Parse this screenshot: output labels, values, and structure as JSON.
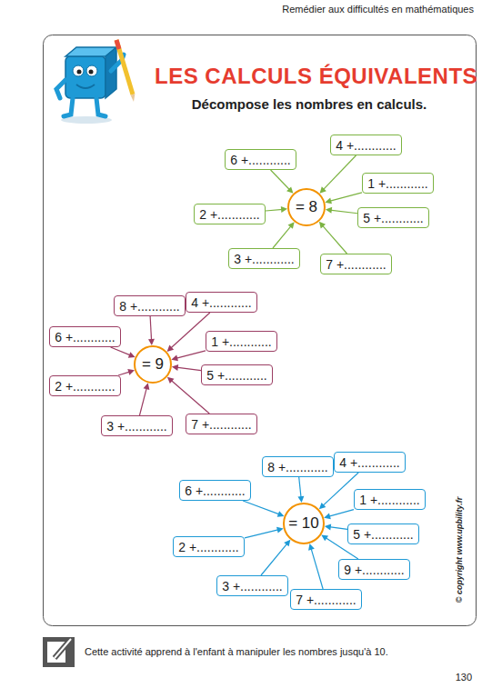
{
  "diagram": {
    "title": "LES CALCULS ÉQUIVALENTS",
    "nodes": [
      {
        "text": [
          "= 8"
        ]
      },
      {
        "text": [
          "6 +............"
        ]
      },
      {
        "text": [
          "4 +............"
        ]
      },
      {
        "text": [
          "1 +............"
        ]
      },
      {
        "text": [
          "2 +............"
        ]
      },
      {
        "text": [
          "5 +............"
        ]
      },
      {
        "text": [
          "3 +............"
        ]
      },
      {
        "text": [
          "7 +............"
        ]
      },
      {
        "text": [
          "= 9"
        ]
      },
      {
        "text": [
          "8 +............"
        ]
      },
      {
        "text": [
          "4 +............"
        ]
      },
      {
        "text": [
          "6 +............"
        ]
      },
      {
        "text": [
          "1 +............"
        ]
      },
      {
        "text": [
          "5 +............"
        ]
      },
      {
        "text": [
          "2 +............"
        ]
      },
      {
        "text": [
          "3 +............"
        ]
      },
      {
        "text": [
          "7 +............"
        ]
      },
      {
        "text": [
          "= 10"
        ]
      },
      {
        "text": [
          "8 +............"
        ]
      },
      {
        "text": [
          "4 +............"
        ]
      },
      {
        "text": [
          "6 +............"
        ]
      },
      {
        "text": [
          "1 +............"
        ]
      },
      {
        "text": [
          "5 +............"
        ]
      },
      {
        "text": [
          "2 +............"
        ]
      },
      {
        "text": [
          "9 +............"
        ]
      },
      {
        "text": [
          "3 +............"
        ]
      },
      {
        "text": [
          "7 +............"
        ]
      }
    ],
    "edges": [
      {
        "from": 1,
        "to": 0,
        "arrow": "to"
      },
      {
        "from": 2,
        "to": 0,
        "arrow": "to"
      },
      {
        "from": 3,
        "to": 0,
        "arrow": "to"
      },
      {
        "from": 4,
        "to": 0,
        "arrow": "to"
      },
      {
        "from": 5,
        "to": 0,
        "arrow": "to"
      },
      {
        "from": 6,
        "to": 0,
        "arrow": "to"
      },
      {
        "from": 7,
        "to": 0,
        "arrow": "to"
      },
      {
        "from": 9,
        "to": 8,
        "arrow": "to"
      },
      {
        "from": 10,
        "to": 8,
        "arrow": "to"
      },
      {
        "from": 11,
        "to": 8,
        "arrow": "to"
      },
      {
        "from": 12,
        "to": 8,
        "arrow": "to"
      },
      {
        "from": 13,
        "to": 8,
        "arrow": "to"
      },
      {
        "from": 14,
        "to": 8,
        "arrow": "to"
      },
      {
        "from": 15,
        "to": 8,
        "arrow": "to"
      },
      {
        "from": 16,
        "to": 8,
        "arrow": "to"
      },
      {
        "from": 18,
        "to": 17,
        "arrow": "to"
      },
      {
        "from": 19,
        "to": 17,
        "arrow": "to"
      },
      {
        "from": 20,
        "to": 17,
        "arrow": "to"
      },
      {
        "from": 21,
        "to": 17,
        "arrow": "to"
      },
      {
        "from": 22,
        "to": 17,
        "arrow": "to"
      },
      {
        "from": 23,
        "to": 17,
        "arrow": "to"
      },
      {
        "from": 24,
        "to": 17,
        "arrow": "to"
      },
      {
        "from": 25,
        "to": 17,
        "arrow": "to"
      },
      {
        "from": 26,
        "to": 17,
        "arrow": "to"
      }
    ],
    "labels": [
      "Remédier aux difficultés en mathématiques",
      "Décompose les nombres en calculs.",
      "© copyright www.upbility.fr",
      "Cette activité apprend à l'enfant à manipuler les nombres jusqu'à 10.",
      "130"
    ]
  }
}
